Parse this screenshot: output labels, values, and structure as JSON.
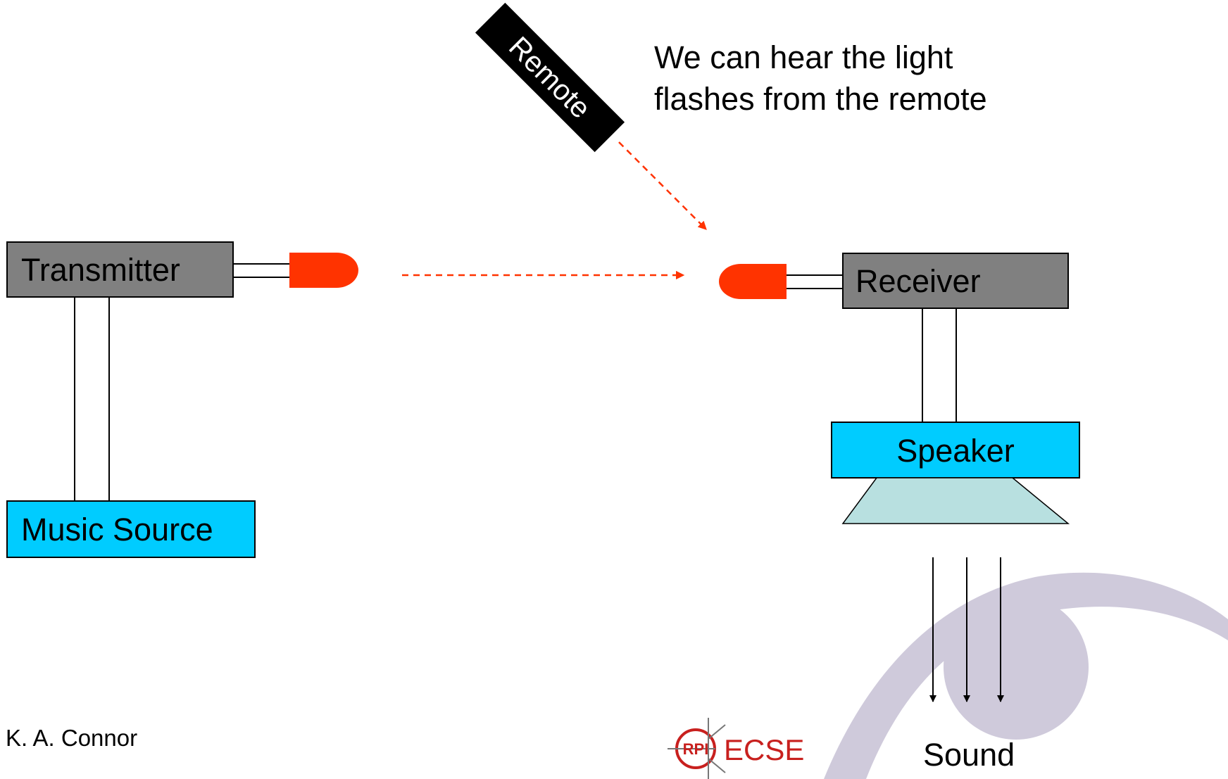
{
  "diagram": {
    "remote": {
      "label": "Remote"
    },
    "annotation": {
      "lines": [
        "We can hear the light",
        "flashes from the remote"
      ]
    },
    "transmitter": {
      "label": "Transmitter"
    },
    "music_source": {
      "label": "Music Source"
    },
    "receiver": {
      "label": "Receiver"
    },
    "speaker": {
      "label": "Speaker"
    },
    "sound": {
      "label": "Sound"
    },
    "colors": {
      "box_gray": "#808080",
      "box_cyan": "#00ccff",
      "led_red": "#ff3300",
      "cone_fill": "#b8e0e0",
      "arrow_red": "#ff3300",
      "remote_black": "#000000",
      "watermark": "#cfcadb"
    }
  },
  "footer": {
    "author": "K. A. Connor",
    "logo_rpi": "RPI",
    "logo_ecse": "ECSE"
  }
}
